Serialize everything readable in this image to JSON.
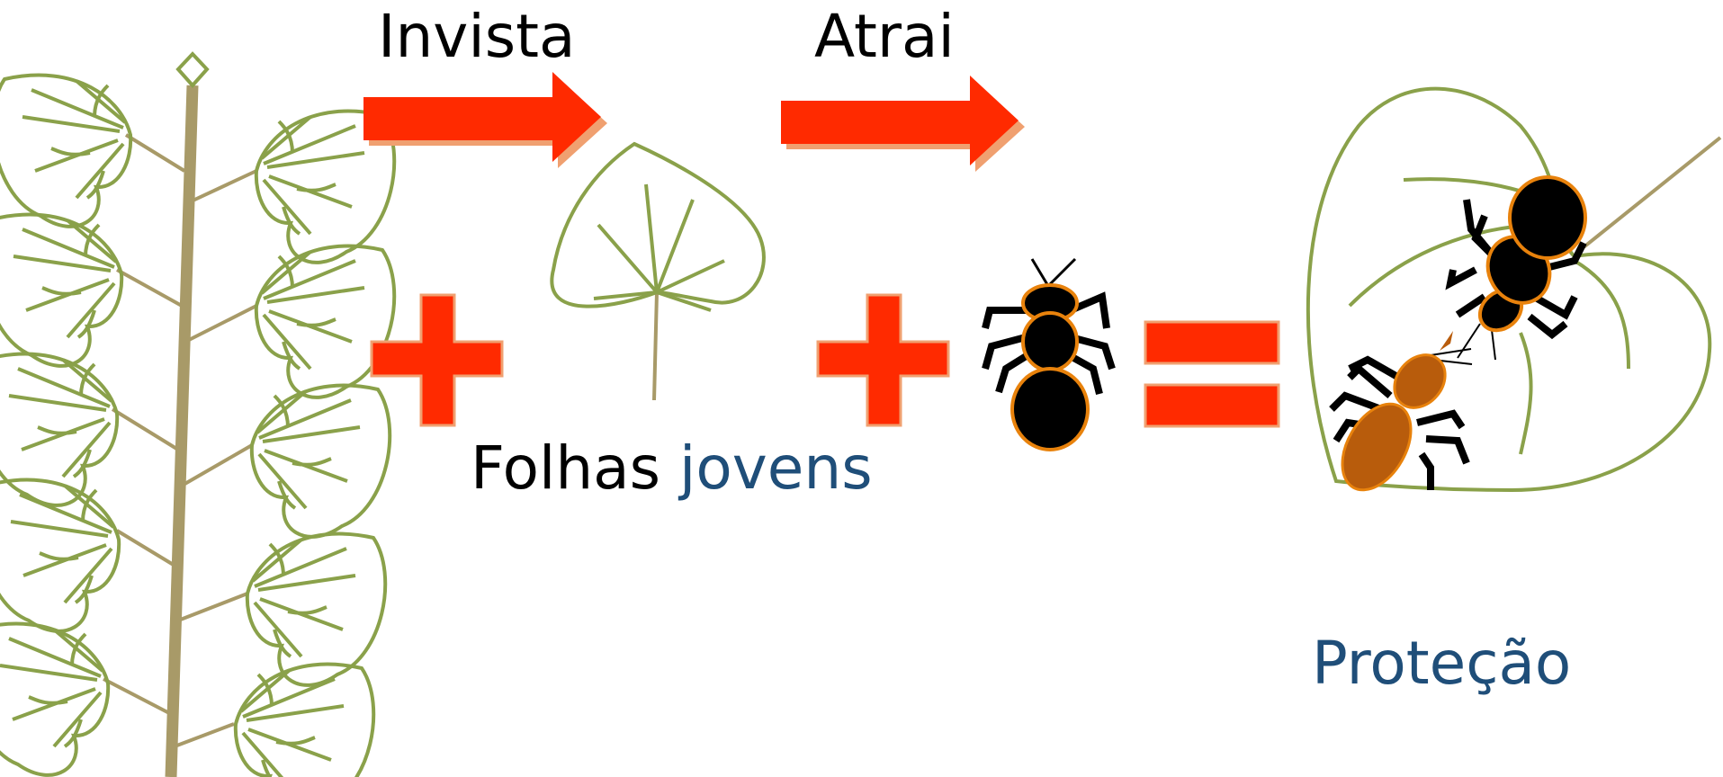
{
  "labels": {
    "invests": "Invista",
    "attracts": "Atrai",
    "young_leaves_word1": "Folhas",
    "young_leaves_word2": "jovens",
    "protection": "Proteção"
  },
  "colors": {
    "arrow_red": "#ff2a00",
    "arrow_shadow": "#f0a070",
    "leaf_green": "#8aa14a",
    "stem_tan": "#a89a68",
    "ant_black": "#000000",
    "ant_outline": "#e8820c",
    "worker_brown": "#b85c0c",
    "text_black": "#000000",
    "text_blue": "#1f4e79"
  },
  "icons": [
    "plant-branch-icon",
    "young-leaf-icon",
    "ant-icon",
    "protected-leaf-with-ants-icon"
  ]
}
